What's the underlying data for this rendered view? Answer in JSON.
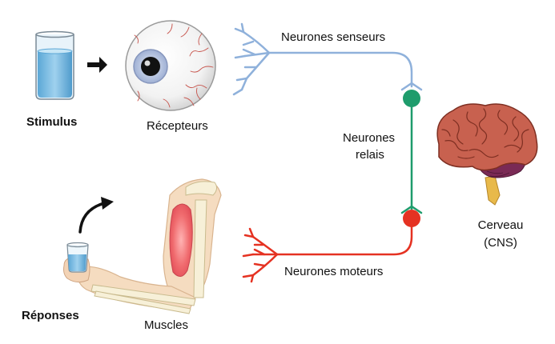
{
  "labels": {
    "stimulus": "Stimulus",
    "receptors": "Récepteurs",
    "sensory_neurons": "Neurones senseurs",
    "relay_neurons_line1": "Neurones",
    "relay_neurons_line2": "relais",
    "motor_neurons": "Neurones moteurs",
    "brain_line1": "Cerveau",
    "brain_line2": "(CNS)",
    "responses": "Réponses",
    "muscles": "Muscles"
  },
  "colors": {
    "sensory": "#8fb1db",
    "relay": "#1e9c6c",
    "motor": "#e53222",
    "brain": "#c8614f",
    "muscle": "#ef5d63"
  },
  "icons": [
    "water-glass-icon",
    "arrow-right-icon",
    "eyeball-icon",
    "brain-icon",
    "arm-icon",
    "curved-arrow-icon"
  ]
}
